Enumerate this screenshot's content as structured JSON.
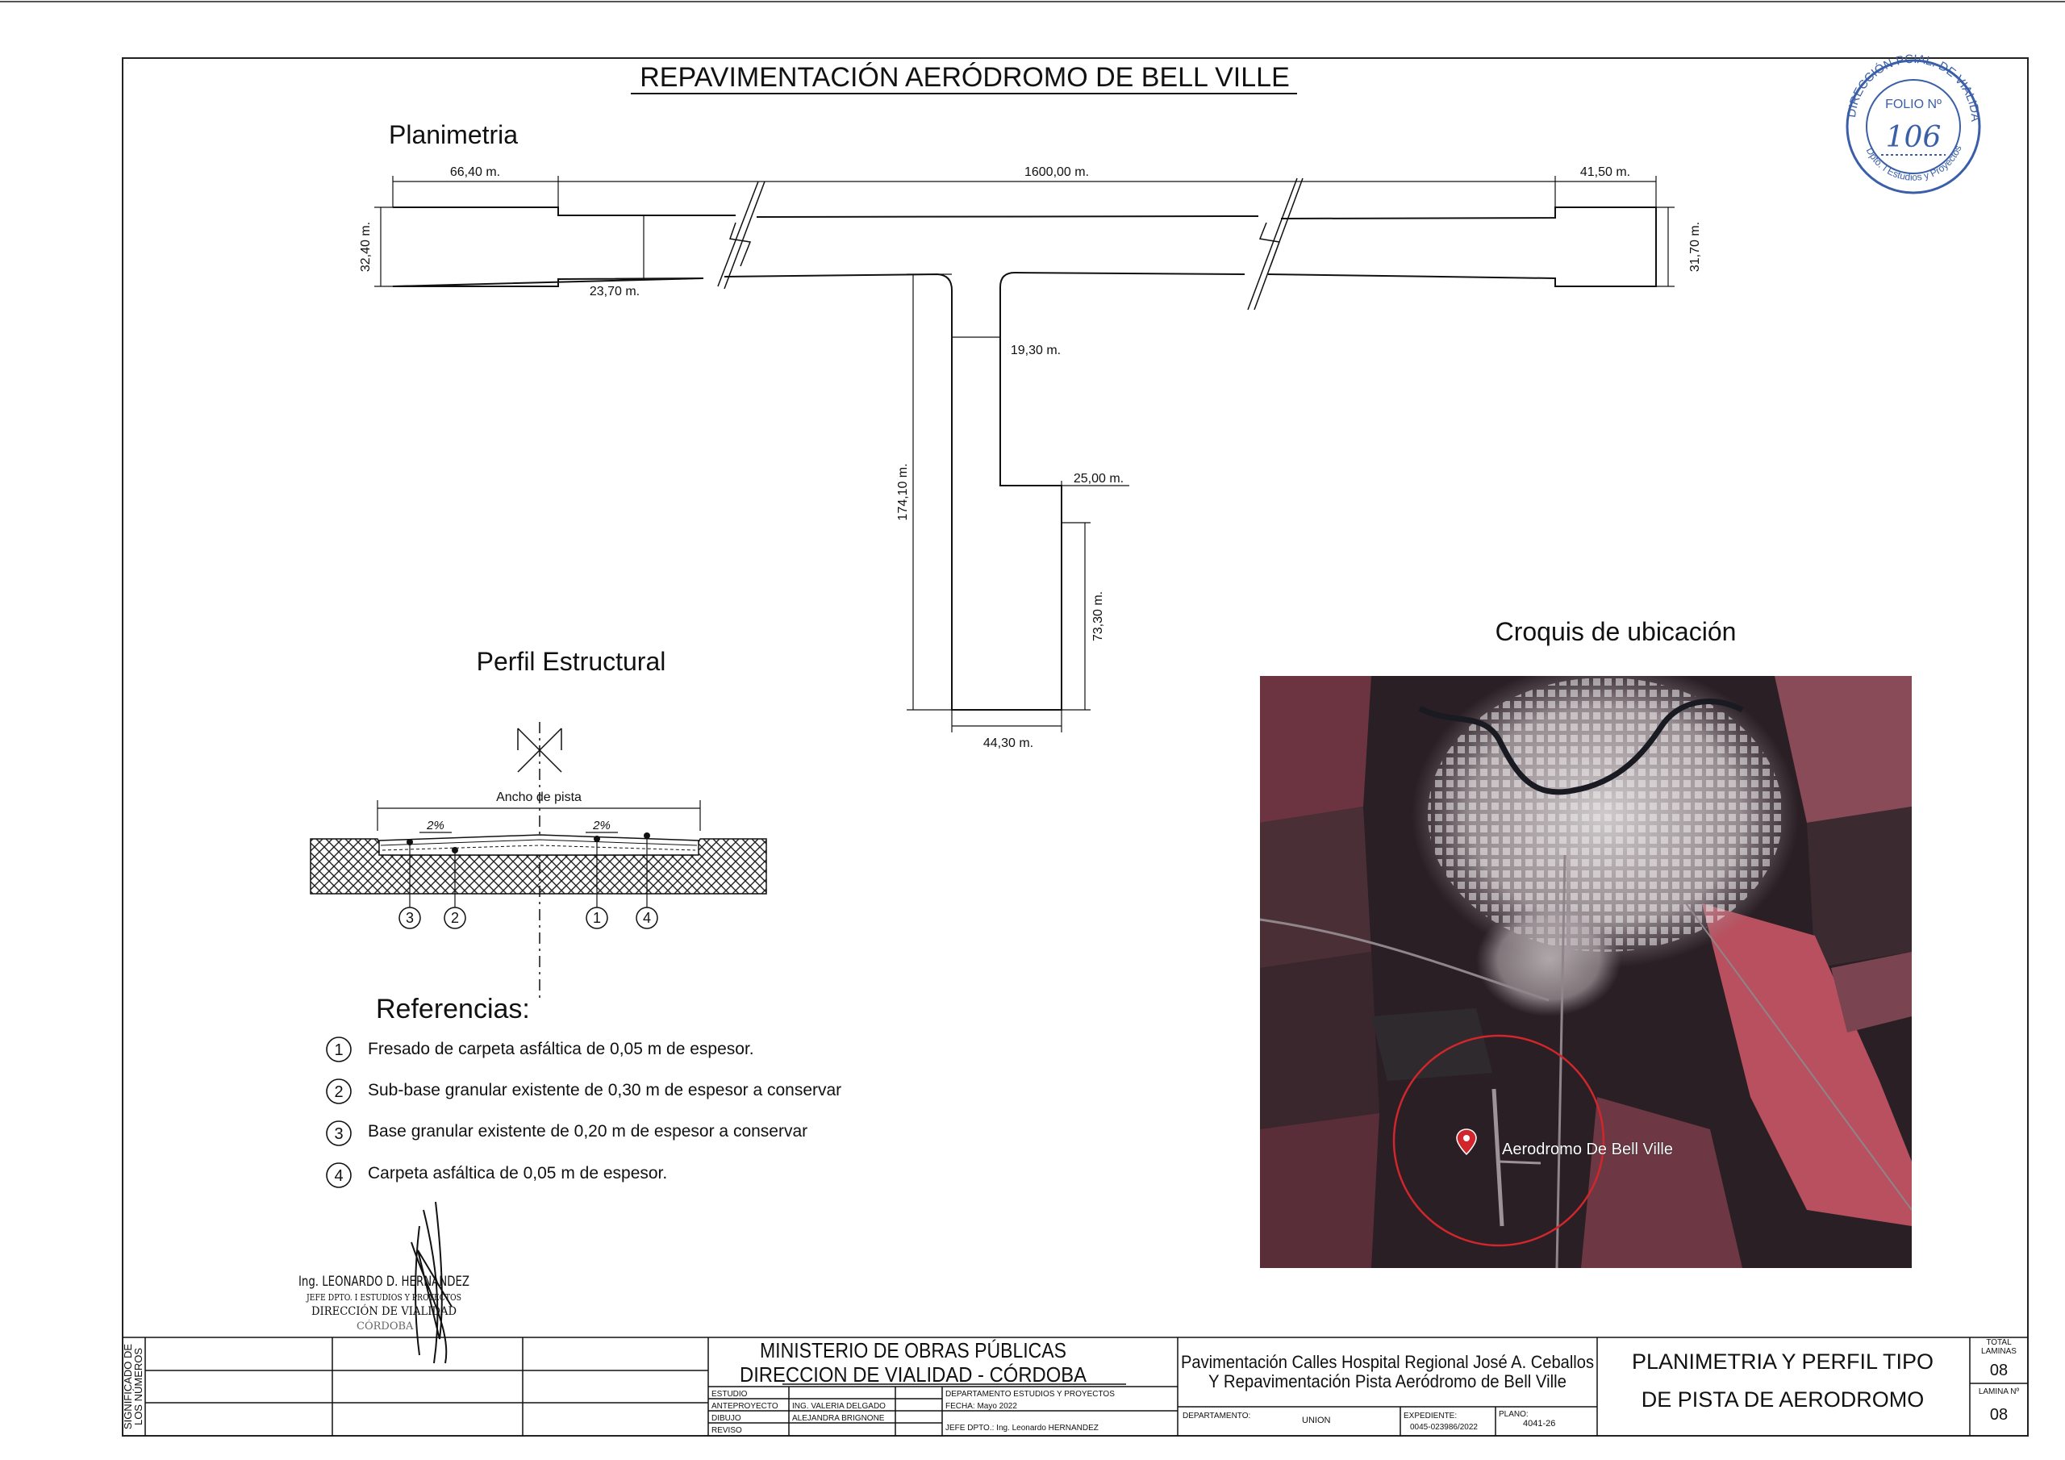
{
  "title": "REPAVIMENTACIÓN AERÓDROMO DE BELL VILLE",
  "stamp": {
    "ring_text": "DIRECCIÓN PCIAL. DE VIALIDAD",
    "ring_text_bottom": "Dpto. I Estudios y Proyectos",
    "folio_label": "FOLIO Nº",
    "folio_number": "106"
  },
  "planimetria": {
    "heading": "Planimetria",
    "dims": {
      "left_length": "66,40 m.",
      "total_length": "1600,00 m.",
      "right_length": "41,50 m.",
      "left_width": "32,40 m.",
      "runway_width": "23,70 m.",
      "right_width": "31,70 m.",
      "taxi_width": "19,30 m.",
      "taxi_length": "174,10 m.",
      "apron_step": "25,00 m.",
      "apron_length": "73,30 m.",
      "apron_width": "44,30 m."
    }
  },
  "perfil": {
    "heading": "Perfil Estructural",
    "ancho": "Ancho de pista",
    "slope_left": "2%",
    "slope_right": "2%",
    "callouts": [
      "3",
      "2",
      "1",
      "4"
    ]
  },
  "referencias": {
    "heading": "Referencias:",
    "items": [
      {
        "num": "1",
        "text": "Fresado de carpeta asfáltica de 0,05 m de espesor."
      },
      {
        "num": "2",
        "text": "Sub-base granular existente de 0,30 m de espesor a conservar"
      },
      {
        "num": "3",
        "text": "Base granular existente de 0,20 m de espesor a conservar"
      },
      {
        "num": "4",
        "text": "Carpeta asfáltica de 0,05 m de espesor."
      }
    ]
  },
  "croquis": {
    "heading": "Croquis de ubicación",
    "marker_label": "Aerodromo De Bell Ville"
  },
  "signature": {
    "line1": "Ing. LEONARDO D. HERNANDEZ",
    "line2": "JEFE DPTO. I ESTUDIOS Y PROYECTOS",
    "line3": "DIRECCIÓN DE VIALIDAD",
    "line4": "CÓRDOBA"
  },
  "titleblock": {
    "side_label_1": "SIGNIFICADO DE",
    "side_label_2": "LOS NÚMEROS",
    "ministry": "MINISTERIO DE OBRAS PÚBLICAS",
    "direction": "DIRECCION DE VIALIDAD - CÓRDOBA",
    "roles": [
      {
        "role": "ESTUDIO",
        "name": ""
      },
      {
        "role": "ANTEPROYECTO",
        "name": "ING. VALERIA DELGADO"
      },
      {
        "role": "DIBUJO",
        "name": "ALEJANDRA BRIGNONE"
      },
      {
        "role": "REVISO",
        "name": ""
      }
    ],
    "dept": "DEPARTAMENTO ESTUDIOS Y PROYECTOS",
    "fecha": "FECHA: Mayo 2022",
    "jefe": "JEFE DPTO.: Ing. Leonardo HERNANDEZ",
    "project_1": "Pavimentación Calles Hospital Regional José A. Ceballos",
    "project_2": "Y Repavimentación Pista Aeródromo de Bell Ville",
    "departamento_label": "DEPARTAMENTO:",
    "departamento_value": "UNION",
    "expediente_label": "EXPEDIENTE:",
    "expediente_value": "0045-023986/2022",
    "plano_label": "PLANO:",
    "plano_value": "4041-26",
    "sheet_title_1": "PLANIMETRIA Y PERFIL TIPO",
    "sheet_title_2": "DE PISTA DE AERODROMO",
    "total_label_1": "TOTAL",
    "total_label_2": "LAMINAS",
    "total_value": "08",
    "lamina_label": "LAMINA Nº",
    "lamina_value": "08"
  },
  "colors": {
    "line": "#111111",
    "map_dark": "#2a1f24",
    "map_red": "#b8505f",
    "map_city": "#c9c2c4",
    "marker": "#d0262c",
    "stamp": "#3a5fa8"
  }
}
